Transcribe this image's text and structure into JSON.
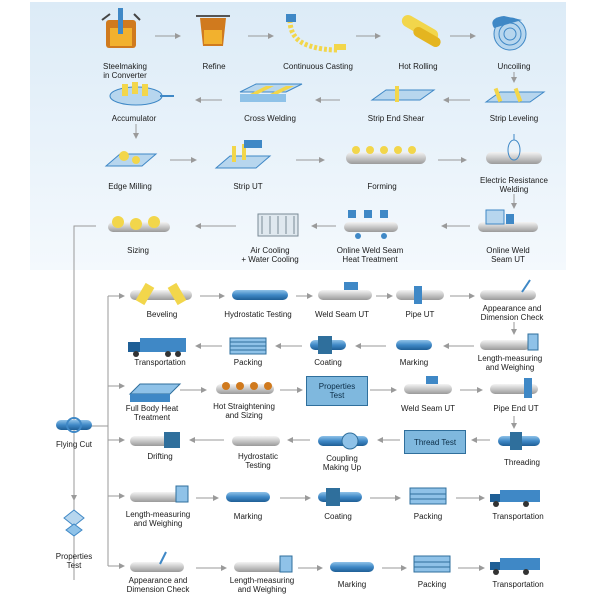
{
  "title": "",
  "steps": {
    "steelmaking": "Steelmaking\nin Converter",
    "refine": "Refine",
    "continuous_casting": "Continuous Casting",
    "hot_rolling": "Hot Rolling",
    "uncoiling": "Uncoiling",
    "accumulator": "Accumulator",
    "cross_welding": "Cross Welding",
    "strip_end_shear": "Strip End Shear",
    "strip_leveling": "Strip Leveling",
    "edge_milling": "Edge Milling",
    "strip_ut": "Strip UT",
    "forming": "Forming",
    "erw": "Electric Resistance\nWelding",
    "sizing": "Sizing",
    "air_water_cooling": "Air Cooling\n+ Water Cooling",
    "online_heat_treatment": "Online Weld Seam\nHeat Treatment",
    "online_weld_seam_ut": "Online Weld\nSeam UT",
    "beveling": "Beveling",
    "hydrostatic_testing": "Hydrostatic Testing",
    "weld_seam_ut": "Weld Seam UT",
    "pipe_ut": "Pipe UT",
    "appearance_dimension": "Appearance and\nDimension Check",
    "transportation": "Transportation",
    "packing": "Packing",
    "coating": "Coating",
    "marking": "Marking",
    "length_weighing": "Length-measuring\nand Weighing",
    "full_body_heat": "Full Body Heat\nTreatment",
    "hot_straightening": "Hot Straightening\nand Sizing",
    "properties_test_box": "Properties\nTest",
    "weld_seam_ut_2": "Weld Seam UT",
    "pipe_end_ut": "Pipe End UT",
    "flying_cut": "Flying Cut",
    "drifting": "Drifting",
    "hydrostatic_testing_2": "Hydrostatic\nTesting",
    "coupling": "Coupling\nMaking Up",
    "thread_test": "Thread Test",
    "threading": "Threading",
    "length_weighing_2": "Length-measuring\nand Weighing",
    "marking_2": "Marking",
    "coating_2": "Coating",
    "packing_2": "Packing",
    "transportation_2": "Transportation",
    "properties_test": "Properties\nTest",
    "appearance_dimension_2": "Appearance and\nDimension Check",
    "length_weighing_3": "Length-measuring\nand Weighing",
    "marking_3": "Marking",
    "packing_3": "Packing",
    "transportation_3": "Transportation"
  },
  "colors": {
    "background_top": "#e6f1fa",
    "pipe_blue": "#3f88c6",
    "accent_yellow": "#f2d64b",
    "arrow_gray": "#9a9a9a",
    "box_blue": "#7fb8de"
  }
}
